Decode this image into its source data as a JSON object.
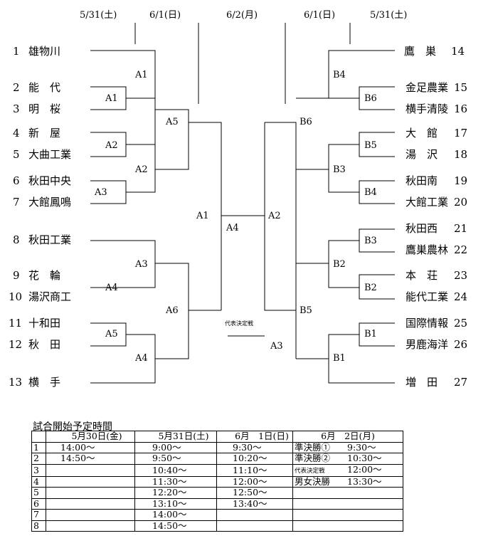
{
  "dates": {
    "left_r1": "5/31(土)",
    "left_r2": "6/1(日)",
    "center": "6/2(月)",
    "right_r2": "6/1(日)",
    "right_r1": "5/31(土)"
  },
  "left_teams": [
    {
      "num": "1",
      "name": "雄物川"
    },
    {
      "num": "2",
      "name": "能　代"
    },
    {
      "num": "3",
      "name": "明　桜"
    },
    {
      "num": "4",
      "name": "新　屋"
    },
    {
      "num": "5",
      "name": "大曲工業"
    },
    {
      "num": "6",
      "name": "秋田中央"
    },
    {
      "num": "7",
      "name": "大館鳳鳴"
    },
    {
      "num": "8",
      "name": "秋田工業"
    },
    {
      "num": "9",
      "name": "花　輪"
    },
    {
      "num": "10",
      "name": "湯沢商工"
    },
    {
      "num": "11",
      "name": "十和田"
    },
    {
      "num": "12",
      "name": "秋　田"
    },
    {
      "num": "13",
      "name": "横　手"
    }
  ],
  "right_teams": [
    {
      "num": "14",
      "name": "鷹　巣"
    },
    {
      "num": "15",
      "name": "金足農業"
    },
    {
      "num": "16",
      "name": "横手清陵"
    },
    {
      "num": "17",
      "name": "大　館"
    },
    {
      "num": "18",
      "name": "湯　沢"
    },
    {
      "num": "19",
      "name": "秋田南"
    },
    {
      "num": "20",
      "name": "大館工業"
    },
    {
      "num": "21",
      "name": "秋田西"
    },
    {
      "num": "22",
      "name": "鷹巣農林"
    },
    {
      "num": "23",
      "name": "本　荘"
    },
    {
      "num": "24",
      "name": "能代工業"
    },
    {
      "num": "25",
      "name": "国際情報"
    },
    {
      "num": "26",
      "name": "男鹿海洋"
    },
    {
      "num": "27",
      "name": "増　田"
    }
  ],
  "match_codes": {
    "A1_r1": "A1",
    "A2_r1": "A2",
    "A3_r1": "A3",
    "A4_r1": "A4",
    "A5_r1": "A5",
    "A1_r2": "A1",
    "A2_r2": "A2",
    "A3_r2": "A3",
    "A4_r2": "A4",
    "A5_r3": "A5",
    "A6_r3": "A6",
    "A1_semi": "A1",
    "A4_final": "A4",
    "A2_semi": "A2",
    "A3_playoff": "A3",
    "B1_r1": "B1",
    "B2_r1": "B2",
    "B3_r1": "B3",
    "B4_r1": "B4",
    "B5_r1": "B5",
    "B6_r1": "B6",
    "B1_r2": "B1",
    "B2_r2": "B2",
    "B3_r2": "B3",
    "B4_r2": "B4",
    "B5_r3": "B5",
    "B6_r3": "B6"
  },
  "playoff_label": "代表決定戦",
  "schedule": {
    "title": "試合開始予定時間",
    "headers": [
      "",
      "5月30日(金)",
      "5月31日(土)",
      "6月　1日(日)",
      "6月　2日(月)"
    ],
    "rows": [
      [
        "1",
        "14:00〜",
        "9:00〜",
        "9:30〜",
        "準決勝①",
        "9:30〜"
      ],
      [
        "2",
        "14:50〜",
        "9:50〜",
        "10:20〜",
        "準決勝②",
        "10:30〜"
      ],
      [
        "3",
        "",
        "10:40〜",
        "11:10〜",
        "代表決定戦",
        "12:00〜"
      ],
      [
        "4",
        "",
        "11:30〜",
        "12:00〜",
        "男女決勝",
        "13:30〜"
      ],
      [
        "5",
        "",
        "12:20〜",
        "12:50〜",
        "",
        ""
      ],
      [
        "6",
        "",
        "13:10〜",
        "13:40〜",
        "",
        ""
      ],
      [
        "7",
        "",
        "14:00〜",
        "",
        "",
        ""
      ],
      [
        "8",
        "",
        "14:50〜",
        "",
        "",
        ""
      ]
    ]
  }
}
